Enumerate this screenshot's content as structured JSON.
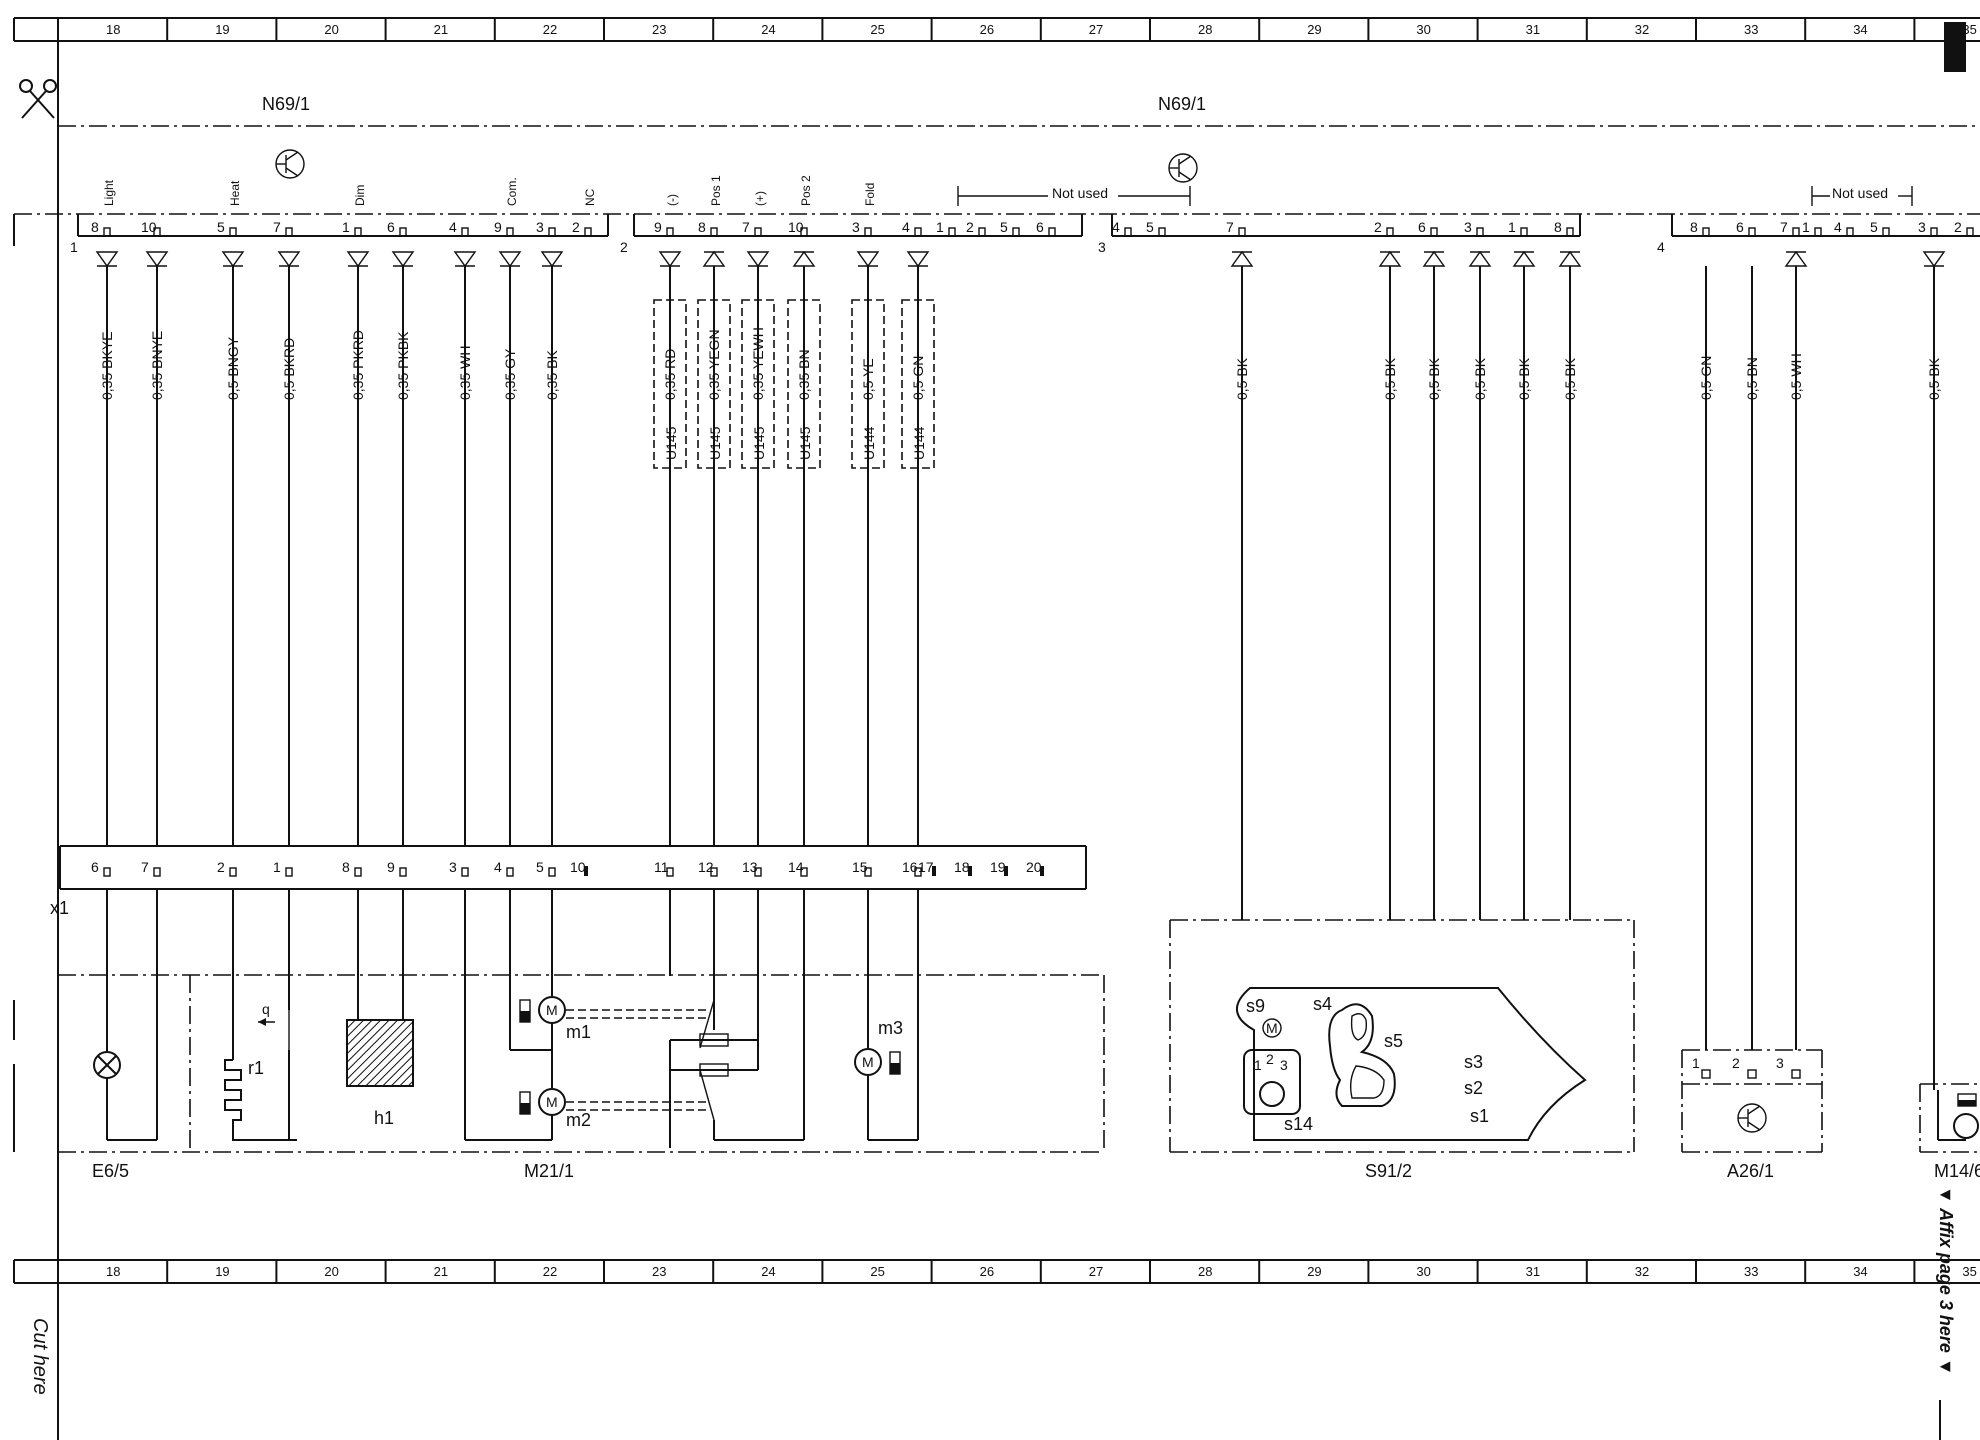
{
  "zones": [
    "18",
    "19",
    "20",
    "21",
    "22",
    "23",
    "24",
    "25",
    "26",
    "27",
    "28",
    "29",
    "30",
    "31",
    "32",
    "33",
    "34",
    "35"
  ],
  "module_title": "N69/1",
  "connectors": [
    {
      "id": "1",
      "pins": [
        {
          "n": "8",
          "signal": "Light",
          "wire": "0,35 BKYE",
          "dir": "out",
          "mid": "6"
        },
        {
          "n": "10",
          "signal": "",
          "wire": "0,35 BNYE",
          "dir": "out",
          "mid": "7"
        },
        {
          "n": "5",
          "signal": "Heat",
          "wire": "0,5 BNGY",
          "dir": "out",
          "mid": "2"
        },
        {
          "n": "7",
          "signal": "",
          "wire": "0,5 BKRD",
          "dir": "out",
          "mid": "1"
        },
        {
          "n": "1",
          "signal": "Dim",
          "wire": "0,35 PKRD",
          "dir": "out",
          "mid": "8"
        },
        {
          "n": "6",
          "signal": "",
          "wire": "0,35 PKBK",
          "dir": "out",
          "mid": "9"
        },
        {
          "n": "4",
          "signal": "",
          "wire": "0,35 WH",
          "dir": "out",
          "mid": "3"
        },
        {
          "n": "9",
          "signal": "Com.",
          "wire": "0,35 GY",
          "dir": "out",
          "mid": "4"
        },
        {
          "n": "3",
          "signal": "",
          "wire": "0,35 BK",
          "dir": "out",
          "mid": "5"
        },
        {
          "n": "2",
          "signal": "NC",
          "wire": "",
          "dir": "none",
          "mid": ""
        }
      ]
    },
    {
      "id": "2",
      "pins": [
        {
          "n": "9",
          "signal": "(-)",
          "wire": "0,35 RD",
          "dir": "out",
          "mid": "11",
          "shield": "U145"
        },
        {
          "n": "8",
          "signal": "Pos 1",
          "wire": "0,35 YEGN",
          "dir": "in",
          "mid": "12",
          "shield": "U145"
        },
        {
          "n": "7",
          "signal": "(+)",
          "wire": "0,35 YEWH",
          "dir": "out",
          "mid": "13",
          "shield": "U145"
        },
        {
          "n": "10",
          "signal": "Pos 2",
          "wire": "0,35 BN",
          "dir": "in",
          "mid": "14",
          "shield": "U145"
        },
        {
          "n": "3",
          "signal": "Fold",
          "wire": "0,5 YE",
          "dir": "out",
          "mid": "15",
          "shield": "U144"
        },
        {
          "n": "4",
          "signal": "",
          "wire": "0,5 GN",
          "dir": "out",
          "mid": "16",
          "shield": "U144"
        },
        {
          "n": "1",
          "signal": "",
          "wire": "",
          "dir": "none",
          "mid": ""
        },
        {
          "n": "2",
          "signal": "",
          "wire": "",
          "dir": "none",
          "mid": ""
        },
        {
          "n": "5",
          "signal": "",
          "wire": "",
          "dir": "none",
          "mid": ""
        },
        {
          "n": "6",
          "signal": "",
          "wire": "",
          "dir": "none",
          "mid": ""
        }
      ]
    },
    {
      "id": "3",
      "pins": [
        {
          "n": "4",
          "wire": "",
          "dir": "none"
        },
        {
          "n": "5",
          "wire": "",
          "dir": "none"
        },
        {
          "n": "7",
          "wire": "0,5 BK",
          "dir": "in"
        },
        {
          "n": "2",
          "wire": "0,5 BK",
          "dir": "in"
        },
        {
          "n": "6",
          "wire": "0,5 BK",
          "dir": "in"
        },
        {
          "n": "3",
          "wire": "0,5 BK",
          "dir": "in"
        },
        {
          "n": "1",
          "wire": "0,5 BK",
          "dir": "in"
        },
        {
          "n": "8",
          "wire": "0,5 BK",
          "dir": "in"
        }
      ]
    },
    {
      "id": "4",
      "pins": [
        {
          "n": "8",
          "wire": "0,5 GN",
          "dir": "none"
        },
        {
          "n": "6",
          "wire": "0,5 BN",
          "dir": "none"
        },
        {
          "n": "7",
          "wire": "0,5 WH",
          "dir": "in"
        },
        {
          "n": "1",
          "wire": "",
          "dir": "none"
        },
        {
          "n": "4",
          "wire": "",
          "dir": "none"
        },
        {
          "n": "5",
          "wire": "",
          "dir": "none"
        },
        {
          "n": "3",
          "wire": "0,5 BK",
          "dir": "out"
        },
        {
          "n": "2",
          "wire": "",
          "dir": "none"
        }
      ]
    }
  ],
  "not_used": "Not used",
  "x1_label": "x1",
  "x1_unused_pins": [
    "10",
    "17",
    "18",
    "19",
    "20"
  ],
  "components": {
    "e65": "E6/5",
    "m211": "M21/1",
    "s912": "S91/2",
    "a261": "A26/1",
    "m14": "M14/6",
    "r1": "r1",
    "h1": "h1",
    "m1": "m1",
    "m2": "m2",
    "m3": "m3",
    "motor": "M",
    "s9": "s9",
    "s4": "s4",
    "s5": "s5",
    "s3": "s3",
    "s2": "s2",
    "s1": "s1",
    "s14": "s14",
    "a261_pins": [
      "1",
      "2",
      "3"
    ],
    "s14_pins": [
      "1",
      "2",
      "3"
    ]
  },
  "cut_here": "Cut here",
  "affix_note": "▼ Affix page 3 here ▼"
}
